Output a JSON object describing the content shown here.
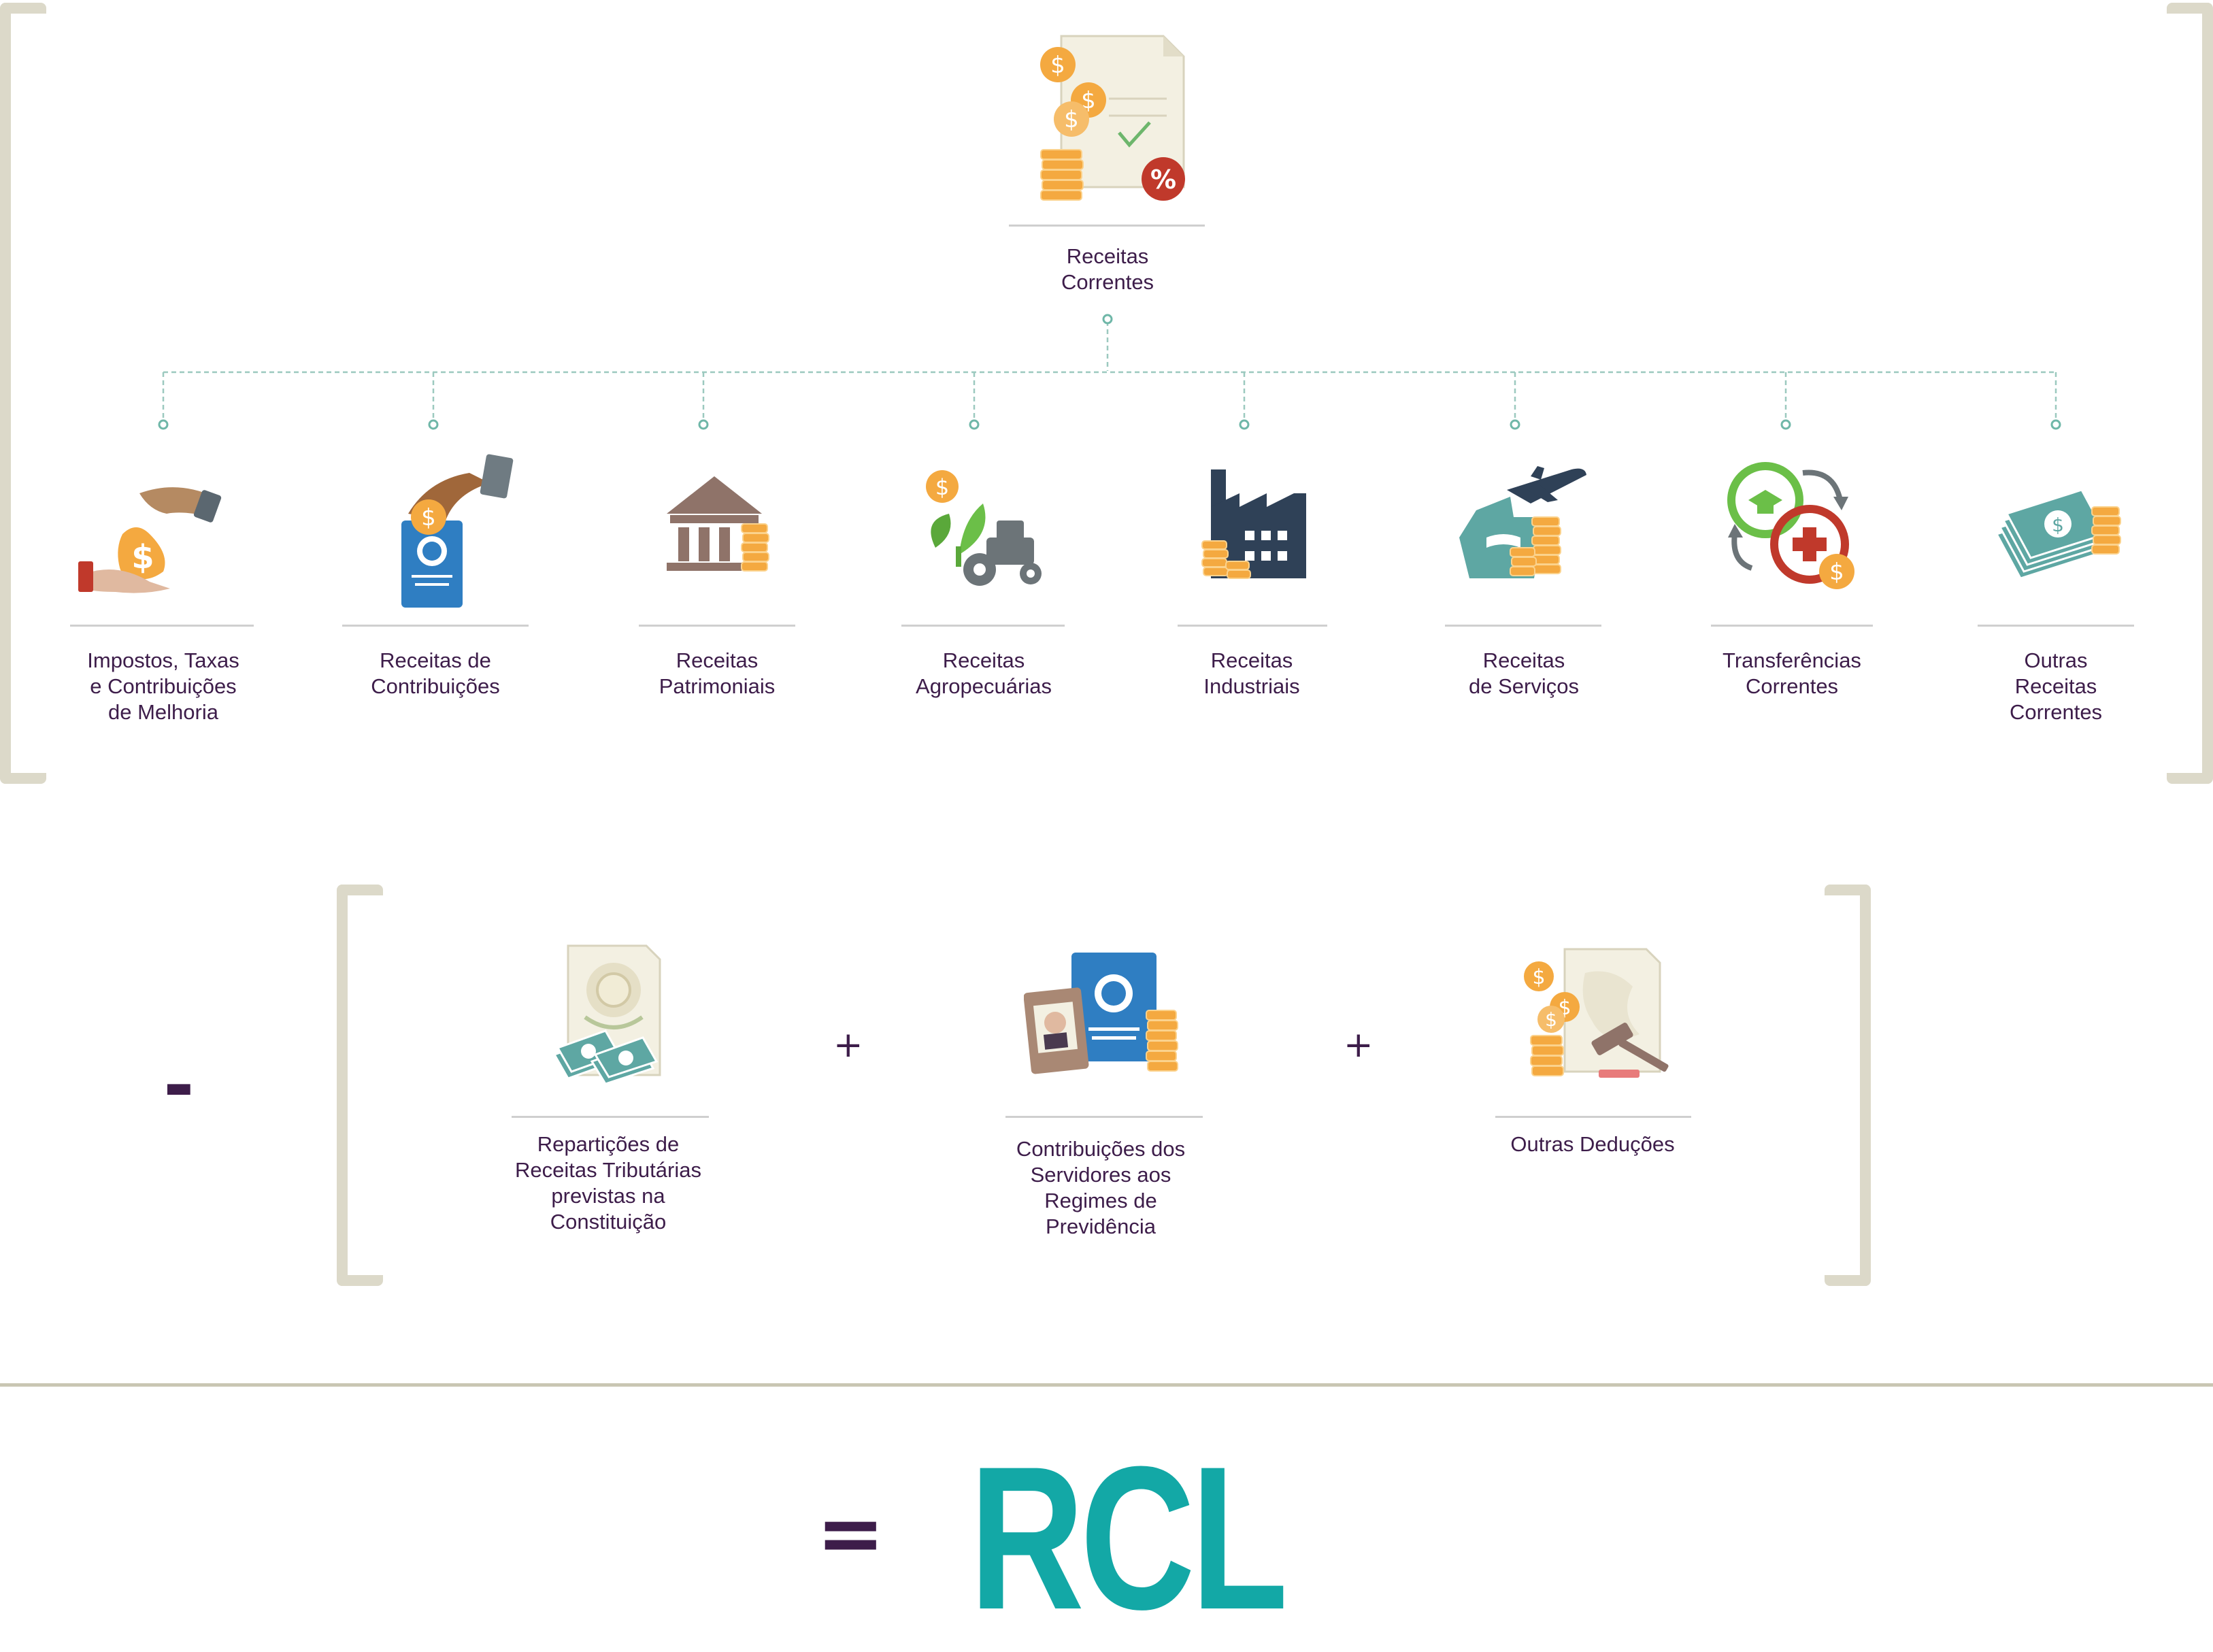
{
  "top": {
    "label": "Receitas\nCorrentes"
  },
  "children": [
    {
      "label": "Impostos, Taxas\ne Contribuições\nde Melhoria",
      "icon": "hand-money-bag-icon"
    },
    {
      "label": "Receitas de\nContribuições",
      "icon": "work-card-coin-icon"
    },
    {
      "label": "Receitas\nPatrimoniais",
      "icon": "bank-building-icon"
    },
    {
      "label": "Receitas\nAgropecuárias",
      "icon": "tractor-plant-icon"
    },
    {
      "label": "Receitas\nIndustriais",
      "icon": "factory-icon"
    },
    {
      "label": "Receitas\nde Serviços",
      "icon": "ship-plane-icon"
    },
    {
      "label": "Transferências\nCorrentes",
      "icon": "transfer-cycle-icon"
    },
    {
      "label": "Outras\nReceitas\nCorrentes",
      "icon": "cash-stack-icon"
    }
  ],
  "deductions": [
    {
      "label": "Repartições de\nReceitas Tributárias\nprevistas na\nConstituição",
      "icon": "constitution-cash-icon"
    },
    {
      "label": "Contribuições dos\nServidores aos\nRegimes de\nPrevidência",
      "icon": "pension-card-icon"
    },
    {
      "label": "Outras Deduções",
      "icon": "gavel-document-icon"
    }
  ],
  "operators": {
    "minus": "-",
    "plus1": "+",
    "plus2": "+",
    "equals": "="
  },
  "result": "RCL",
  "colors": {
    "bracket": "#dcd9c9",
    "text": "#3d1d4a",
    "result": "#13a8a6",
    "connector": "#6fb7a8"
  }
}
